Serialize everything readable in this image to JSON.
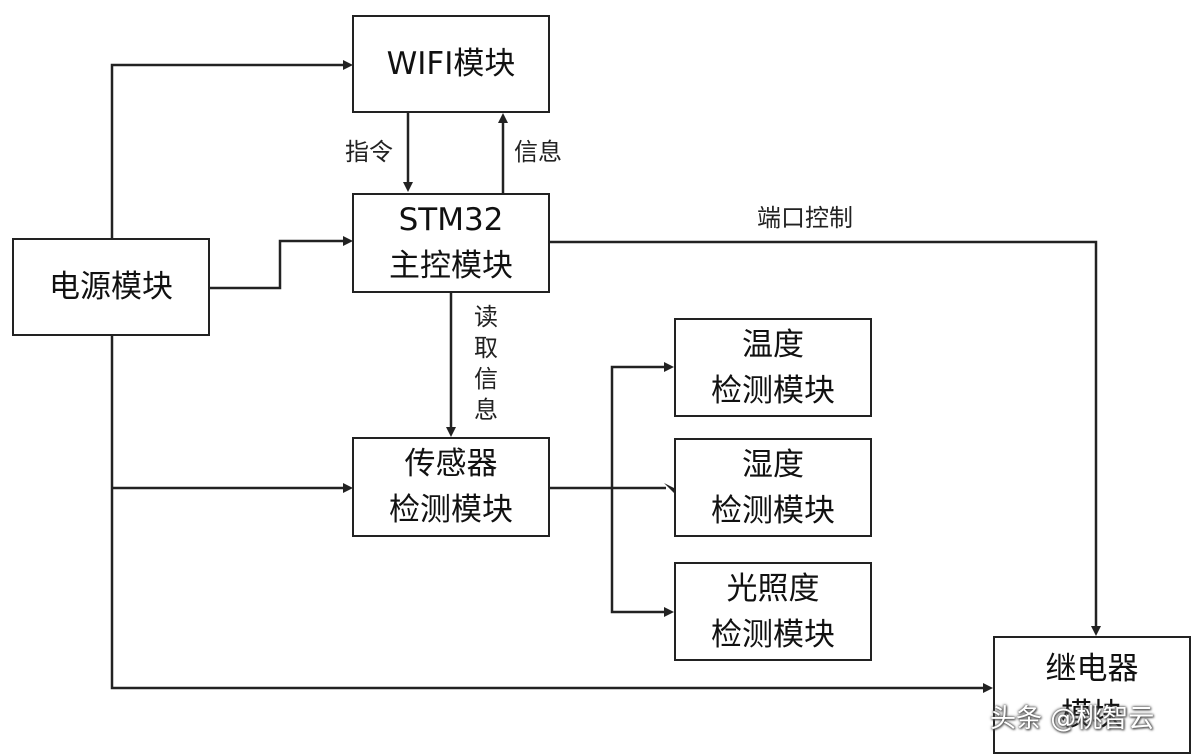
{
  "colors": {
    "line": "#222222",
    "box_border": "#222222",
    "text": "#111111"
  },
  "boxes": {
    "wifi": {
      "lines": [
        "WIFI模块"
      ]
    },
    "stm32": {
      "lines": [
        "STM32",
        "主控模块"
      ]
    },
    "power": {
      "lines": [
        "电源模块"
      ]
    },
    "sensor": {
      "lines": [
        "传感器",
        "检测模块"
      ]
    },
    "temperature": {
      "lines": [
        "温度",
        "检测模块"
      ]
    },
    "humidity": {
      "lines": [
        "湿度",
        "检测模块"
      ]
    },
    "light": {
      "lines": [
        "光照度",
        "检测模块"
      ]
    },
    "relay": {
      "lines": [
        "继电器",
        "模块"
      ]
    }
  },
  "labels": {
    "command": "指令",
    "info": "信息",
    "port_control": "端口控制",
    "read_info": [
      "读",
      "取",
      "信",
      "息"
    ]
  },
  "watermark": "头条 @桃智云"
}
